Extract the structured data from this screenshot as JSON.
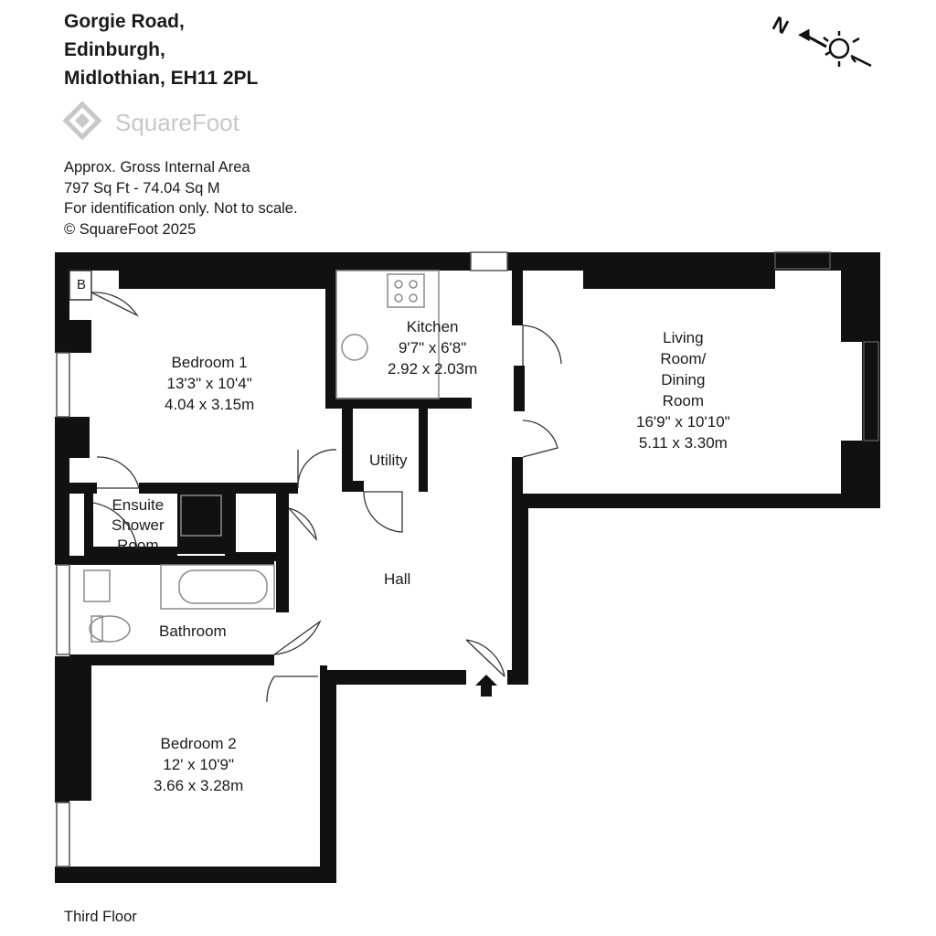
{
  "address": {
    "line1": "Gorgie Road,",
    "line2": "Edinburgh,",
    "line3": "Midlothian, EH11 2PL"
  },
  "brand": {
    "name": "SquareFoot"
  },
  "area": {
    "label": "Approx. Gross Internal Area",
    "size": "797 Sq Ft  -  74.04 Sq M",
    "note": "For identification only. Not to scale.",
    "copyright": "© SquareFoot 2025"
  },
  "compass": {
    "north": "N"
  },
  "rooms": {
    "bedroom1": {
      "name": "Bedroom 1",
      "imperial": "13'3\" x 10'4\"",
      "metric": "4.04 x 3.15m"
    },
    "kitchen": {
      "name": "Kitchen",
      "imperial": "9'7\" x 6'8\"",
      "metric": "2.92 x 2.03m"
    },
    "living": {
      "name_line1": "Living",
      "name_line2": "Room/",
      "name_line3": "Dining",
      "name_line4": "Room",
      "imperial": "16'9\" x 10'10\"",
      "metric": "5.11 x 3.30m"
    },
    "utility": {
      "name": "Utility"
    },
    "ensuite": {
      "name_line1": "Ensuite",
      "name_line2": "Shower",
      "name_line3": "Room"
    },
    "hall": {
      "name": "Hall"
    },
    "bathroom": {
      "name": "Bathroom"
    },
    "bedroom2": {
      "name": "Bedroom 2",
      "imperial": "12' x 10'9\"",
      "metric": "3.66 x 3.28m"
    },
    "boiler": {
      "name": "B"
    }
  },
  "floor": {
    "label": "Third Floor"
  },
  "colors": {
    "wall": "#111111",
    "logo": "#c8c8c8",
    "fixture": "#8a8a8a"
  }
}
